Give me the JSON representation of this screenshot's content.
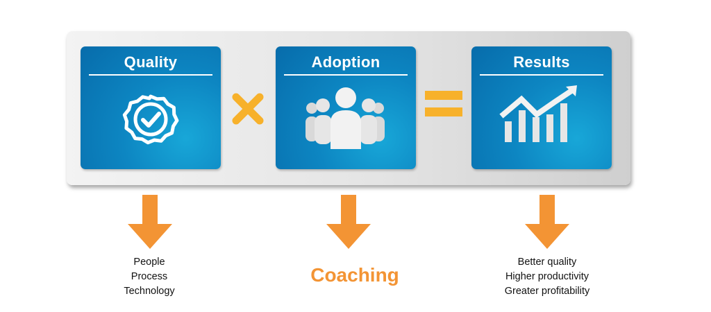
{
  "cards": {
    "quality": {
      "title": "Quality"
    },
    "adoption": {
      "title": "Adoption"
    },
    "results": {
      "title": "Results"
    }
  },
  "outcomes": {
    "quality": [
      "People",
      "Process",
      "Technology"
    ],
    "adoption": "Coaching",
    "results": [
      "Better quality",
      "Higher productivity",
      "Greater profitability"
    ]
  },
  "colors": {
    "card_blue": "#0d86c2",
    "accent_orange": "#f39434",
    "operator_yellow": "#f7b12b"
  },
  "icons": {
    "quality": "check-badge-icon",
    "adoption": "group-icon",
    "results": "growth-chart-icon",
    "operator1": "multiply-icon",
    "operator2": "equals-icon",
    "arrows": "down-arrow-icon"
  }
}
